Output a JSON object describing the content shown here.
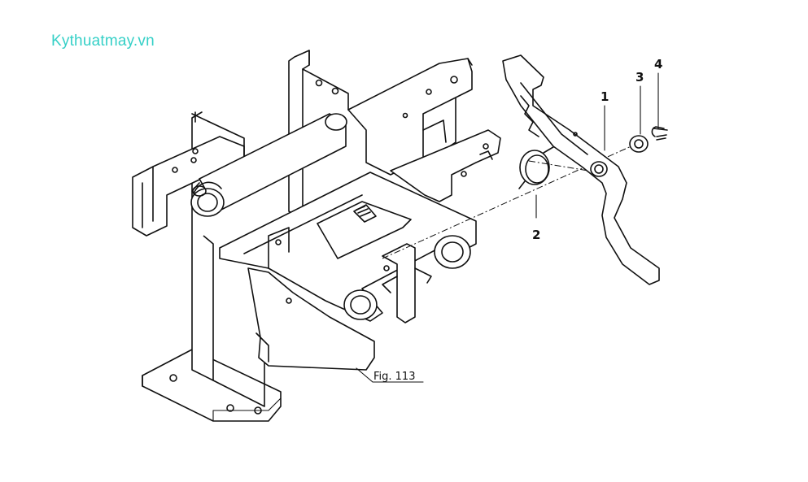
{
  "watermark": "Kythuatmay.vn",
  "callouts": [
    {
      "label": "1",
      "part": "lever"
    },
    {
      "label": "2",
      "part": "torsion-spring"
    },
    {
      "label": "3",
      "part": "washer"
    },
    {
      "label": "4",
      "part": "cotter-pin"
    }
  ],
  "figure_reference": "Fig. 113",
  "colors": {
    "watermark": "#35d0c7",
    "line": "#111111",
    "background": "#ffffff"
  }
}
